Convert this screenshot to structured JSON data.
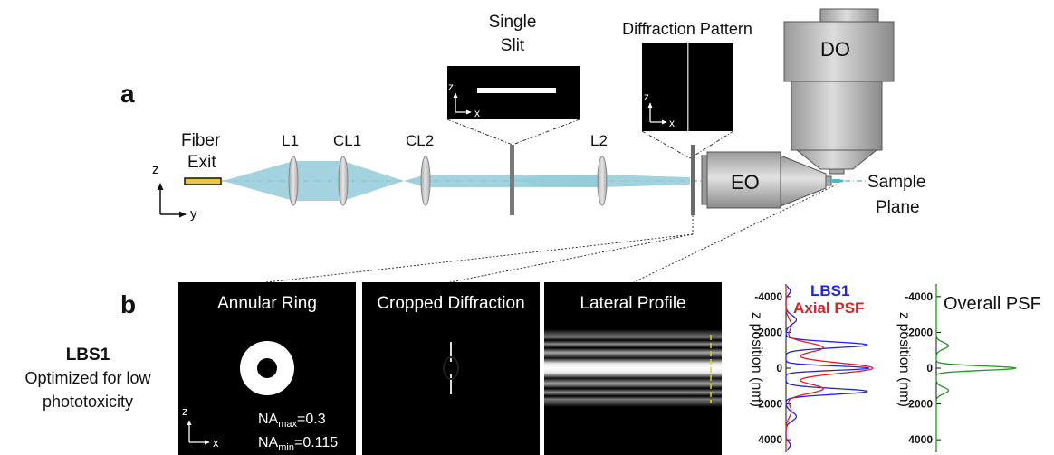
{
  "panel_a": {
    "label": "a",
    "fiber_exit": [
      "Fiber",
      "Exit"
    ],
    "axis_z": "z",
    "axis_y": "y",
    "lenses": {
      "l1": "L1",
      "cl1": "CL1",
      "cl2": "CL2",
      "l2": "L2"
    },
    "single_slit_title": [
      "Single",
      "Slit"
    ],
    "diffraction_title": "Diffraction Pattern",
    "inset_axis_z": "z",
    "inset_axis_x": "x",
    "eo": "EO",
    "do": "DO",
    "sample_plane": [
      "Sample",
      "Plane"
    ]
  },
  "panel_b": {
    "label": "b",
    "config_name": "LBS1",
    "config_desc": [
      "Optimized for low",
      "phototoxicity"
    ],
    "images": {
      "annular_ring": "Annular Ring",
      "cropped_diffraction": "Cropped Diffraction",
      "lateral_profile": "Lateral Profile"
    },
    "na_max_base": "NA",
    "na_max_sub": "max",
    "na_max_val": "=0.3",
    "na_min_base": "NA",
    "na_min_sub": "min",
    "na_min_val": "=0.115",
    "img_axis_z": "z",
    "img_axis_x": "x"
  },
  "chart_data": [
    {
      "type": "line",
      "orientation": "vertical",
      "ylabel": "z position (nm)",
      "y_ticks": [
        -4000,
        -2000,
        0,
        2000,
        4000
      ],
      "y_range": [
        -4700,
        4700
      ],
      "series": [
        {
          "name": "LBS1",
          "color": "#2222ee"
        },
        {
          "name": "Axial PSF",
          "color": "#e02020"
        }
      ]
    },
    {
      "type": "line",
      "orientation": "vertical",
      "title": "Overall PSF",
      "ylabel": "z position (nm)",
      "y_ticks": [
        -4000,
        -2000,
        0,
        2000,
        4000
      ],
      "y_range": [
        -4700,
        4700
      ],
      "series": [
        {
          "color": "#1a9a1a"
        }
      ]
    }
  ]
}
